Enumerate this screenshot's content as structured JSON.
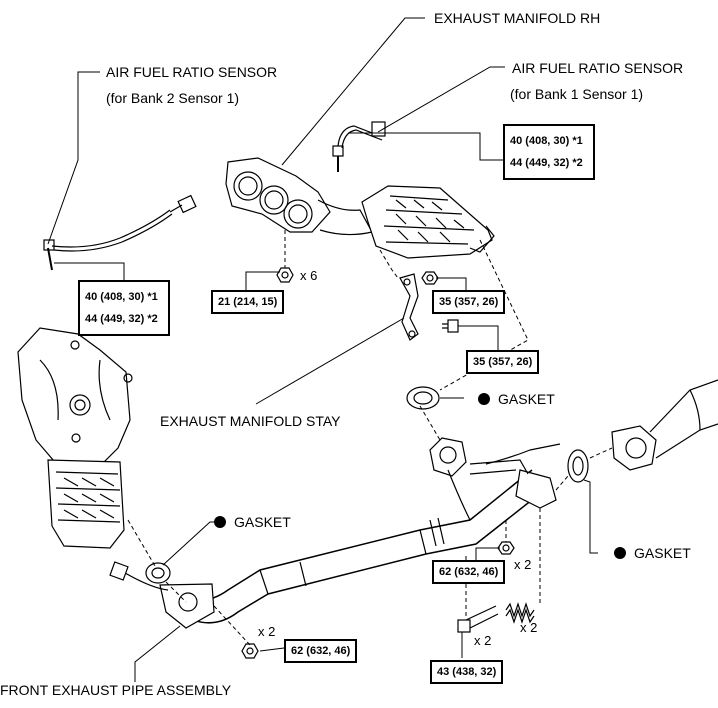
{
  "labels": {
    "exhaust_manifold_rh": "EXHAUST MANIFOLD RH",
    "afs_bank2_title": "AIR FUEL RATIO SENSOR",
    "afs_bank2_sub": "(for Bank 2 Sensor 1)",
    "afs_bank1_title": "AIR FUEL RATIO SENSOR",
    "afs_bank1_sub": "(for Bank 1 Sensor 1)",
    "exhaust_manifold_stay": "EXHAUST MANIFOLD STAY",
    "front_exhaust_pipe": "FRONT EXHAUST PIPE ASSEMBLY",
    "gasket_upper": "GASKET",
    "gasket_left": "GASKET",
    "gasket_right": "GASKET"
  },
  "torques": {
    "afs_bank1_line1": "40 (408, 30) *1",
    "afs_bank1_line2": "44 (449, 32) *2",
    "afs_bank2_line1": "40 (408, 30) *1",
    "afs_bank2_line2": "44 (449, 32) *2",
    "manifold_nuts": "21 (214, 15)",
    "stay_nut": "35 (357, 26)",
    "stay_bolt": "35 (357, 26)",
    "pipe_nuts_center": "62 (632, 46)",
    "pipe_nuts_front": "62 (632, 46)",
    "pipe_bolt": "43 (438, 32)"
  },
  "multipliers": {
    "manifold_nuts": "x 6",
    "pipe_nuts_center": "x 2",
    "pipe_nuts_front": "x 2",
    "pipe_bolt": "x 2",
    "pipe_spring": "x 2"
  }
}
